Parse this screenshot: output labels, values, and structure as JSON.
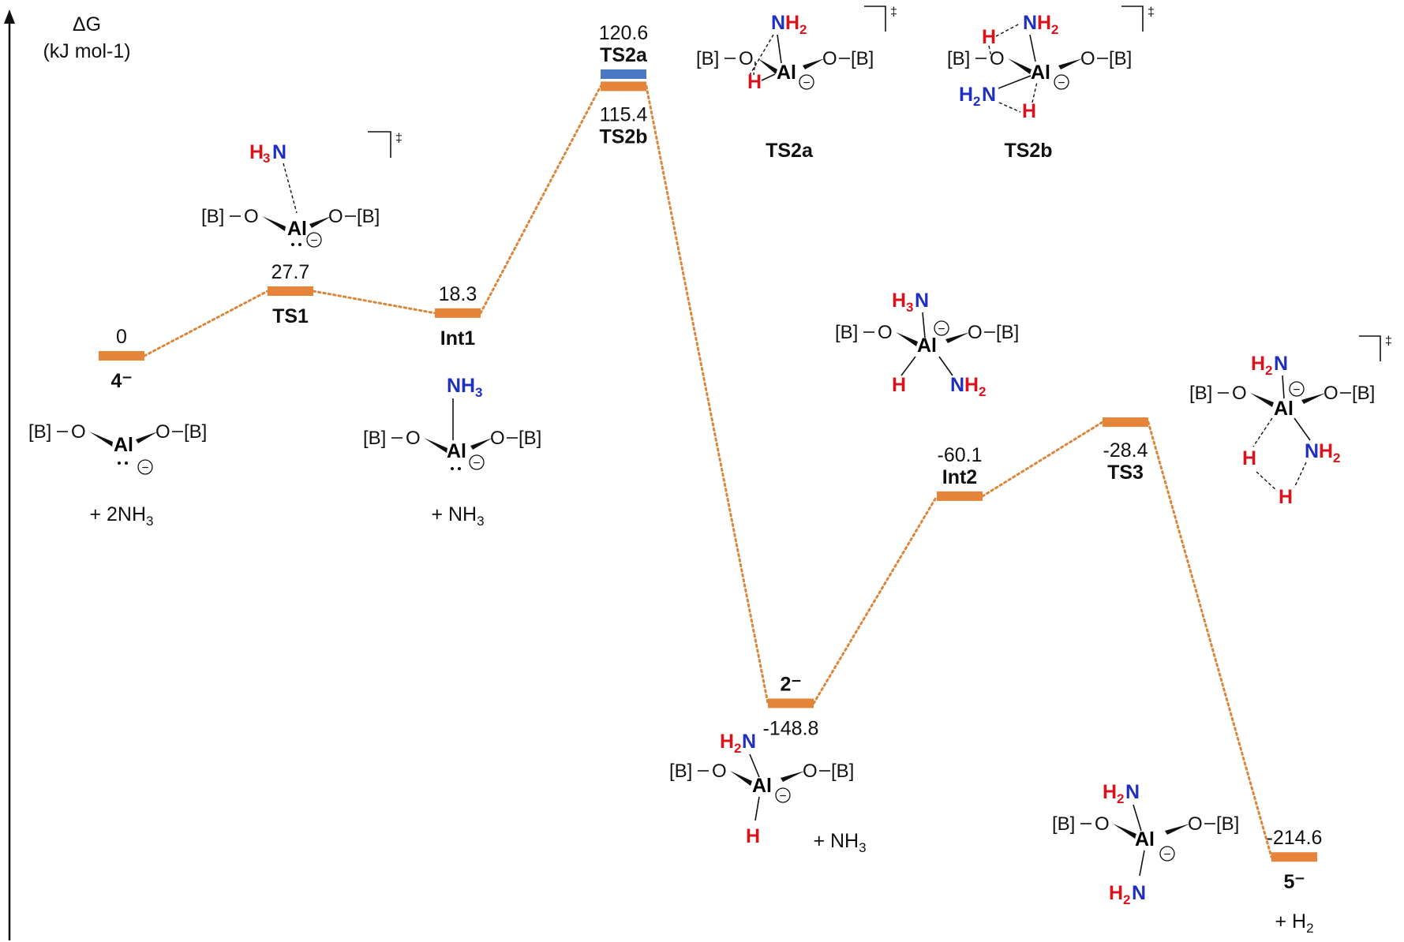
{
  "chart_data": {
    "type": "energy-profile",
    "ylabel": "ΔG",
    "yunit": "(kJ mol-1)",
    "levels": [
      {
        "id": "L4",
        "name": "4⁻",
        "value": 0,
        "value_label": "0",
        "color": "#e6843a",
        "extra": "+ 2NH3"
      },
      {
        "id": "TS1",
        "name": "TS1",
        "value": 27.7,
        "value_label": "27.7",
        "color": "#e6843a"
      },
      {
        "id": "Int1",
        "name": "Int1",
        "value": 18.3,
        "value_label": "18.3",
        "color": "#e6843a",
        "extra": "+ NH3"
      },
      {
        "id": "TS2a",
        "name": "TS2a",
        "value": 120.6,
        "value_label": "120.6",
        "color": "#4a78c4"
      },
      {
        "id": "TS2b",
        "name": "TS2b",
        "value": 115.4,
        "value_label": "115.4",
        "color": "#e6843a"
      },
      {
        "id": "L2",
        "name": "2⁻",
        "value": -148.8,
        "value_label": "-148.8",
        "color": "#e6843a",
        "extra": "+ NH3"
      },
      {
        "id": "Int2",
        "name": "Int2",
        "value": -60.1,
        "value_label": "-60.1",
        "color": "#e6843a"
      },
      {
        "id": "TS3",
        "name": "TS3",
        "value": -28.4,
        "value_label": "-28.4",
        "color": "#e6843a"
      },
      {
        "id": "L5",
        "name": "5⁻",
        "value": -214.6,
        "value_label": "-214.6",
        "color": "#e6843a",
        "extra": "+ H2"
      }
    ],
    "path": [
      "L4",
      "TS1",
      "Int1",
      "TS2b",
      "L2",
      "Int2",
      "TS3",
      "L5"
    ],
    "path_color": "#d9873c",
    "path_style": "dotted"
  },
  "structures": {
    "ts2a_caption": "TS2a",
    "ts2b_caption": "TS2b",
    "dagger": "‡",
    "b_left": "[B]",
    "b_right": "[B]",
    "o": "O",
    "al": "Al",
    "n": "N",
    "h": "H",
    "two": "2",
    "three": "3",
    "minus": "−"
  },
  "colors": {
    "nitrogen": "#1f2fbf",
    "hydrogen": "#d9131c",
    "text": "#111111"
  }
}
